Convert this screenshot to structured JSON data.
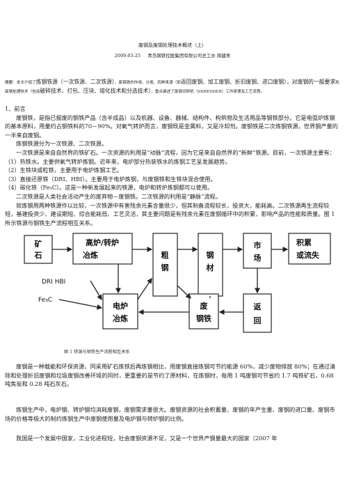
{
  "header": {
    "title": "废钢及废钢处理技术概述（上）",
    "date": "2009-03-25",
    "author": "青岛钢铁控股集团有限公司总工办 周建男"
  },
  "abstract": {
    "part1": "摘要：本文介绍了",
    "part2": "炼钢铁源（一次铁源、二次铁源）",
    "part3": "，废钢铁的作用、分类、四种来源（即",
    "part4": "返回废钢、加工废钢、折旧废钢、进口废钢），对废钢的一般要求",
    "part5": "和废钢处理技术（包括",
    "part6": "破碎技术、打包、压块、熔化技术和分选技术）",
    "part7": "，重点阐述了废钢切碎机（SHREDDER）工作原理及工艺流程。"
  },
  "section1": {
    "heading": "1、前言",
    "p1": "废钢铁，是指已报废的钢铁产品（含半成品）以及机器、设备、器械、结构件、构筑物及生活用品等钢铁部分。它是电弧炉炼钢的基本原料，用量约占钢铁料的70－90%。对氧气转炉而言，废钢既是金属料，又是冷却剂。废钢铁是二次炼钢铁源。世界钢产量的一半来自废钢。",
    "p2": "炼钢铁源分为一次铁源、二次铁源。",
    "p3": "一次铁源是来自自然界的铁矿石。一次资源的利用是“动脉”流程，因为它是来自自然界的“新鲜”铁源。目前，一次铁源主要有：",
    "items": [
      "（1）热铁水。主要供氧气转炉炼钢。近年来，电炉部分热装铁水的炼钢工艺呈发展趋势。",
      "（2）生铁块或粒铁，主要用于电炉炼钢工艺。",
      "（3）直接还原铁（DRI、HBI）。主要用于电炉炼钢，与废钢铁和生铁块混合使用。",
      "（4）碳化铁（Fe₃C）。这是一种新发展起来的铁源，电炉和转炉炼钢都可以使用。"
    ],
    "p4": "二次铁源是人类社会活动产生的废弃物－废钢铁。二次铁源的利用是“静脉”流程。",
    "p5": "就炼钢用两种铁源作以比较，一次铁源中有害残余元素含量很少，但其制备流程较长，投资大，能耗高。二次铁源再生流程较短，基建投资少、建设期短、综合能耗低、工艺灵活，其主要问题是有残余元素在废钢循环中的积累，影响产品的性能和质量。图 1 所示铁源与钢铁生产流程相互关系。"
  },
  "diagram": {
    "ore": [
      "矿",
      "石"
    ],
    "blast": [
      "高炉/转炉",
      "冶炼"
    ],
    "crude": [
      "粗",
      "钢"
    ],
    "product": [
      "钢",
      "材"
    ],
    "market": [
      "市",
      "场"
    ],
    "accum": [
      "积累",
      "或流失"
    ],
    "eaf": [
      "电炉",
      "冶炼"
    ],
    "scrap": [
      "废",
      "钢铁"
    ],
    "return": [
      "返",
      "回"
    ],
    "dri": "DRI HBI",
    "fe3c": "Fe₃C",
    "caption": "图 1   铁源与钢铁生产流程相互关系"
  },
  "section2": {
    "p1": "废钢是一种载能和环保资源，同采用矿石炼铁后再炼钢相比，用废钢直接炼钢可节约能源 60%，减少废物排放 80%；在通过清除和处理折旧废钢和垃圾废钢改善环境的同时，更重要的是节约了原材料，在炼钢时，每用 1 吨废钢可节省约 1.7 吨铁矿石，0.68 吨焦炭和 0.28 吨石灰石。"
  },
  "section3": {
    "p1": "炼钢生产中，电炉钢、转炉钢均消耗废钢，废钢需求量很大。废钢资源的社会积蓄量、废钢的年产生量、废钢的进口量、废钢市场的价格等极大的制约炼钢生产中废钢使用量及电炉钢与转炉钢的比例。"
  },
  "section4": {
    "p1": "我国是一个发展中国家，工业化进程短，社会废钢资源不足，又是一个世界产钢量最大的国家（2007 年"
  }
}
